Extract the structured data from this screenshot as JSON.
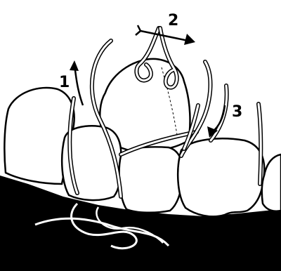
{
  "diagram": {
    "step_labels": [
      "1",
      "2",
      "3"
    ],
    "colors": {
      "outline": "#000000",
      "tooth_fill": "#ffffff",
      "gum_fill": "#000000",
      "floss": "#ffffff",
      "background": "#ffffff"
    }
  }
}
